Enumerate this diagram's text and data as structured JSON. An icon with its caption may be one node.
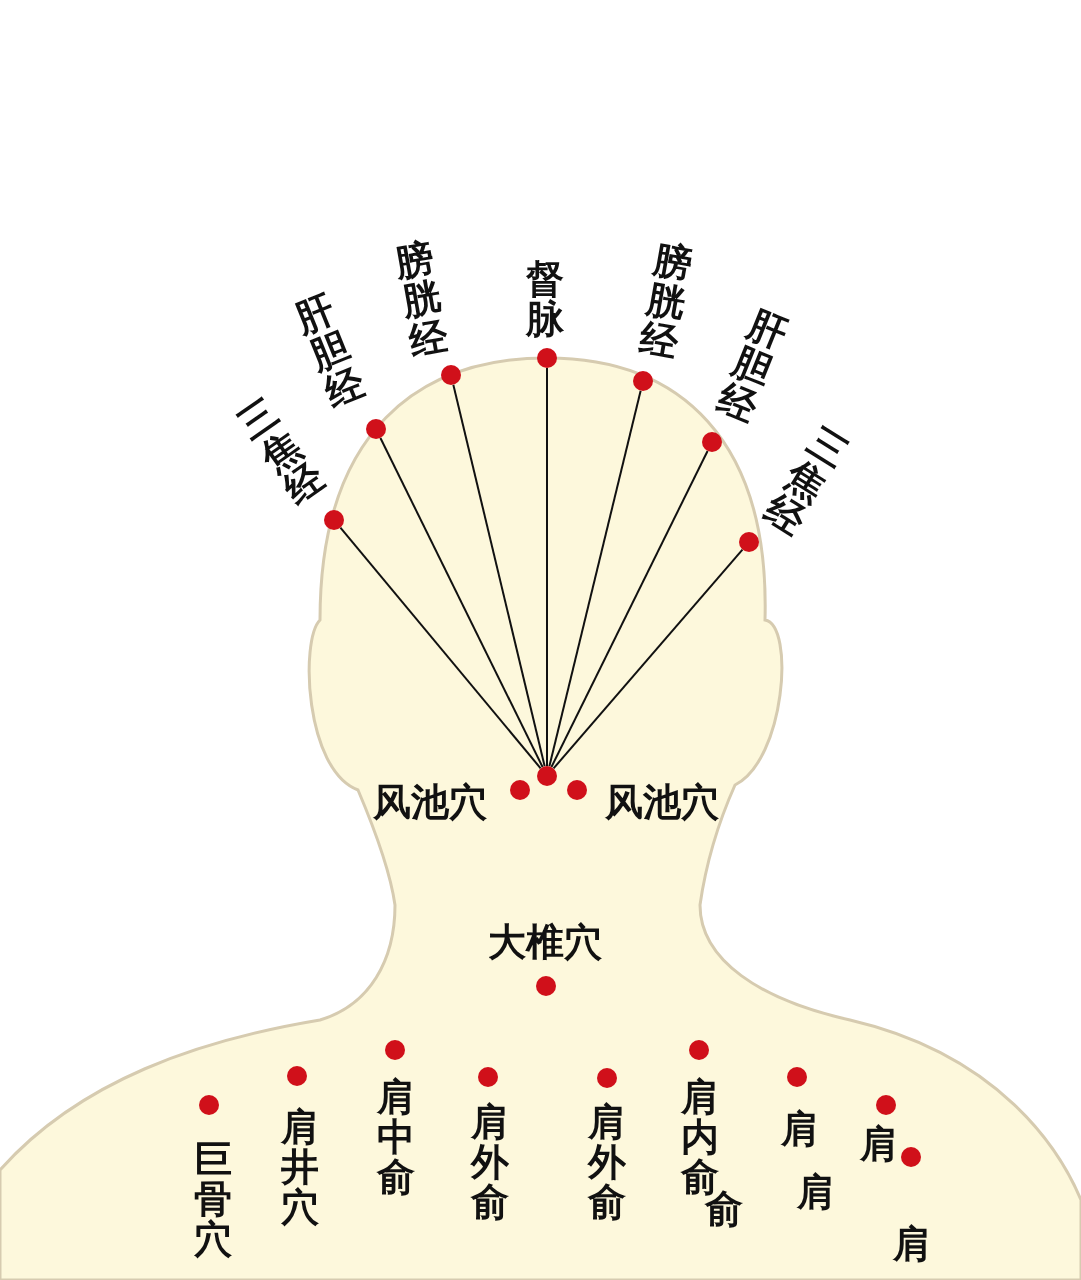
{
  "diagram": {
    "nodes": [
      {
        "text": [],
        "shape": "circle",
        "beside": [
          "三焦经"
        ]
      },
      {
        "text": [],
        "shape": "circle",
        "beside": [
          "肝胆经"
        ]
      },
      {
        "text": [],
        "shape": "circle",
        "beside": [
          "膀胱经"
        ]
      },
      {
        "text": [],
        "shape": "circle",
        "beside": [
          "督脉"
        ]
      },
      {
        "text": [],
        "shape": "circle",
        "beside": [
          "膀胱经"
        ]
      },
      {
        "text": [],
        "shape": "circle",
        "beside": [
          "肝胆经"
        ]
      },
      {
        "text": [],
        "shape": "circle",
        "beside": [
          "三焦经"
        ]
      },
      {
        "text": [],
        "shape": "circle"
      },
      {
        "text": [],
        "shape": "circle",
        "beside": [
          "风池穴"
        ]
      },
      {
        "text": [],
        "shape": "circle",
        "beside": [
          "风池穴"
        ]
      },
      {
        "text": [],
        "shape": "circle",
        "beside": [
          "大椎穴"
        ]
      },
      {
        "text": [],
        "shape": "circle",
        "beside": [
          "巨骨穴"
        ]
      },
      {
        "text": [],
        "shape": "circle",
        "beside": [
          "肩井穴"
        ]
      },
      {
        "text": [],
        "shape": "circle",
        "beside": [
          "肩中俞"
        ]
      },
      {
        "text": [],
        "shape": "circle",
        "beside": [
          "肩外俞"
        ]
      },
      {
        "text": [],
        "shape": "circle",
        "beside": [
          "肩外俞"
        ]
      },
      {
        "text": [],
        "shape": "circle",
        "beside": [
          "肩内俞",
          "俞"
        ]
      },
      {
        "text": [],
        "shape": "circle",
        "beside": [
          "肩",
          "肩"
        ]
      },
      {
        "text": [],
        "shape": "circle",
        "beside": [
          "肩"
        ]
      },
      {
        "text": [],
        "shape": "circle",
        "beside": [
          "肩"
        ]
      }
    ],
    "edges": [
      {
        "from": 0,
        "to": 7,
        "arrow": "none"
      },
      {
        "from": 1,
        "to": 7,
        "arrow": "none"
      },
      {
        "from": 2,
        "to": 7,
        "arrow": "none"
      },
      {
        "from": 3,
        "to": 7,
        "arrow": "none"
      },
      {
        "from": 4,
        "to": 7,
        "arrow": "none"
      },
      {
        "from": 5,
        "to": 7,
        "arrow": "none"
      },
      {
        "from": 6,
        "to": 7,
        "arrow": "none"
      }
    ]
  }
}
